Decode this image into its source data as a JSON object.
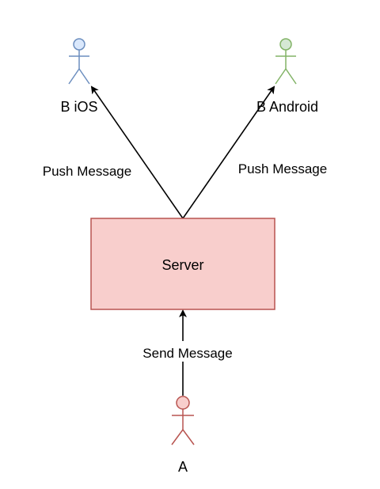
{
  "nodes": {
    "b_ios": {
      "label": "B iOS",
      "color": "#6c8ebf",
      "fill": "#dae8fc"
    },
    "b_android": {
      "label": "B Android",
      "color": "#82b366",
      "fill": "#d5e8d4"
    },
    "server": {
      "label": "Server",
      "color": "#b85450",
      "fill": "#f8cecc"
    },
    "a": {
      "label": "A",
      "color": "#b85450",
      "fill": "#f8cecc"
    }
  },
  "edges": {
    "push_ios": {
      "label": "Push Message"
    },
    "push_android": {
      "label": "Push Message"
    },
    "send": {
      "label": "Send Message"
    }
  }
}
